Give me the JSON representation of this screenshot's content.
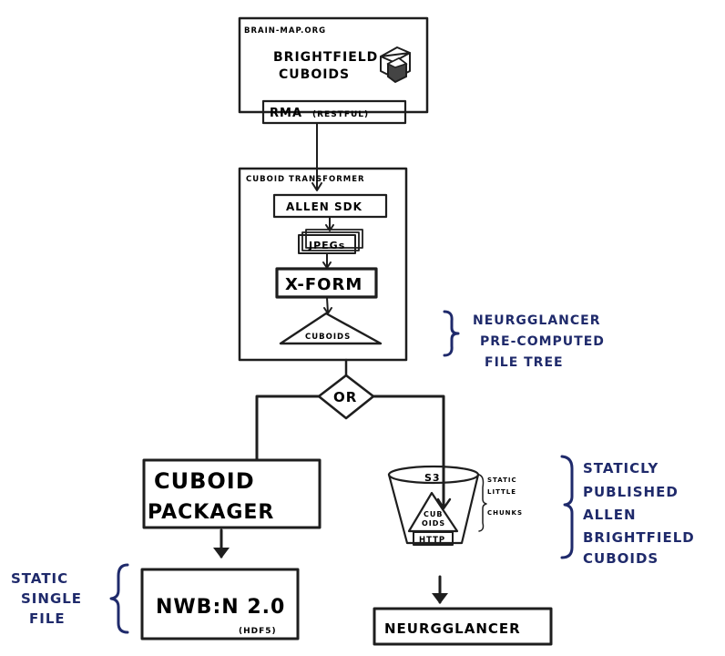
{
  "source": {
    "title": "BRAIN-MAP.ORG",
    "line1": "BRIGHTFIELD",
    "line2": "CUBOIDS",
    "api": "RMA",
    "api_note": "(RESTFUL)"
  },
  "transformer": {
    "title": "CUBOID   TRANSFORMER",
    "sdk": "ALLEN SDK",
    "jpegs": "JPEGs",
    "xform": "X-FORM",
    "cuboids": "CUBOIDS"
  },
  "precomputed_note": {
    "line1": "NEURGGLANCER",
    "line2": "PRE-COMPUTED",
    "line3": "FILE TREE"
  },
  "decision": {
    "label": "OR"
  },
  "packager": {
    "line1": "CUBOID",
    "line2": "PACKAGER"
  },
  "nwb": {
    "label": "NWB:N 2.0",
    "note": "(HDF5)"
  },
  "single_file_note": {
    "line1": "STATIC",
    "line2": "SINGLE",
    "line3": "FILE"
  },
  "s3": {
    "label": "S3",
    "cuboids1": "CUB",
    "cuboids2": "OIDS",
    "http": "HTTP",
    "side1": "STATIC",
    "side2": "LITTLE",
    "side3": "CHUNKS"
  },
  "published_note": {
    "line1": "STATICLY",
    "line2": "PUBLISHED",
    "line3": "ALLEN",
    "line4": "BRIGHTFIELD",
    "line5": "CUBOIDS"
  },
  "viewer": {
    "label": "NEURGGLANCER"
  }
}
